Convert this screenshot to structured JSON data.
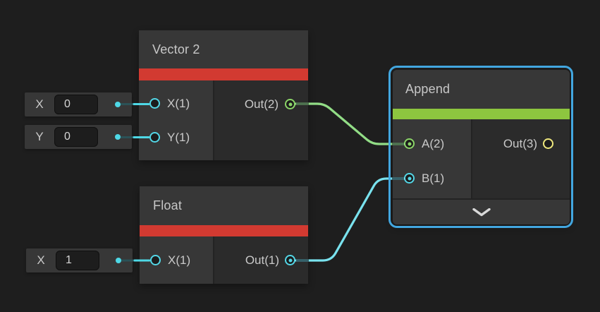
{
  "canvas": {
    "background": "#1E1E1E"
  },
  "colors": {
    "node_body": "#2B2B2B",
    "node_panel": "#373737",
    "accent_red": "#D23A31",
    "accent_green": "#8DC63F",
    "selection_blue": "#42A6DF",
    "wire_green": "#92DD86",
    "wire_cyan": "#79E2EE",
    "port_cyan": "#53D7E7",
    "port_green": "#8BD568",
    "port_yellow": "#EFE87D"
  },
  "nodes": {
    "vector2": {
      "title": "Vector 2",
      "accent": "#D23A31",
      "inputs": [
        {
          "label": "X(1)",
          "port_color": "#53D7E7",
          "connected": false
        },
        {
          "label": "Y(1)",
          "port_color": "#53D7E7",
          "connected": false
        }
      ],
      "outputs": [
        {
          "label": "Out(2)",
          "port_color": "#8BD568",
          "connected": true
        }
      ]
    },
    "float": {
      "title": "Float",
      "accent": "#D23A31",
      "inputs": [
        {
          "label": "X(1)",
          "port_color": "#53D7E7",
          "connected": false
        }
      ],
      "outputs": [
        {
          "label": "Out(1)",
          "port_color": "#53D7E7",
          "connected": true
        }
      ]
    },
    "append": {
      "title": "Append",
      "accent": "#8DC63F",
      "selected": true,
      "inputs": [
        {
          "label": "A(2)",
          "port_color": "#8BD568",
          "connected": true
        },
        {
          "label": "B(1)",
          "port_color": "#53D7E7",
          "connected": true
        }
      ],
      "outputs": [
        {
          "label": "Out(3)",
          "port_color": "#EFE87D",
          "connected": false
        }
      ],
      "footer_icon": "chevron-down-icon"
    }
  },
  "widgets": [
    {
      "label": "X",
      "value": "0"
    },
    {
      "label": "Y",
      "value": "0"
    },
    {
      "label": "X",
      "value": "1"
    }
  ],
  "edges": [
    {
      "from": "Vector 2.Out(2)",
      "to": "Append.A(2)",
      "color": "#92DD86"
    },
    {
      "from": "Float.Out(1)",
      "to": "Append.B(1)",
      "color": "#79E2EE"
    }
  ]
}
